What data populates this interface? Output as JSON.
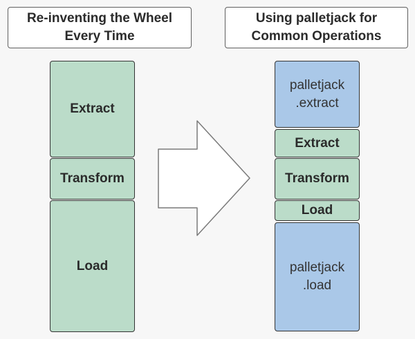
{
  "diagram": {
    "left_panel": {
      "title": {
        "line1": "Re-inventing the Wheel",
        "line2": "Every Time"
      },
      "blocks": {
        "extract": {
          "label": "Extract"
        },
        "transform": {
          "label": "Transform"
        },
        "load": {
          "label": "Load"
        }
      }
    },
    "right_panel": {
      "title": {
        "line1": "Using palletjack for",
        "line2": "Common Operations"
      },
      "blocks": {
        "palletjack_extract": {
          "line1": "palletjack",
          "line2": ".extract"
        },
        "extract": {
          "label": "Extract"
        },
        "transform": {
          "label": "Transform"
        },
        "load": {
          "label": "Load"
        },
        "palletjack_load": {
          "line1": "palletjack",
          "line2": ".load"
        }
      }
    },
    "arrow": {
      "direction": "right"
    }
  },
  "colors": {
    "background": "#f7f7f7",
    "manual_block_fill": "#bbdcc9",
    "palletjack_block_fill": "#aac8e8",
    "block_border": "#333333",
    "title_box_fill": "#ffffff",
    "title_box_border": "#5f5f5f",
    "arrow_fill": "#ffffff",
    "arrow_outline": "#7a7a7a",
    "text": "#2b2b2b"
  }
}
